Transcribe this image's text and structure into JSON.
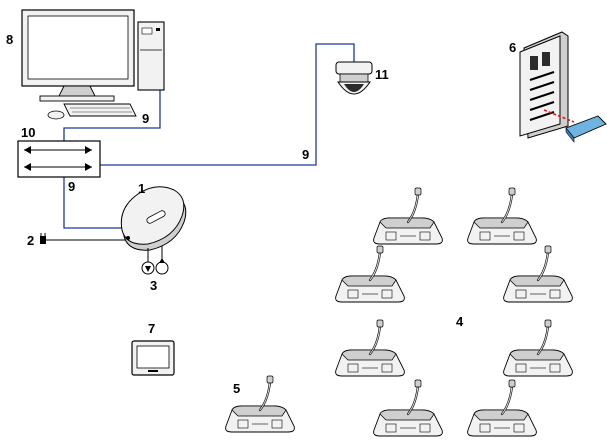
{
  "colors": {
    "link": "#1f3a9a",
    "outline": "#000000",
    "device_fill": "#f2f2f2",
    "device_shade": "#cfcfcf",
    "card_blue": "#6fb3e0",
    "card_red": "#d01f1f",
    "dome_dark": "#2b2b2b"
  },
  "labels": {
    "n1": "1",
    "n2": "2",
    "n3": "3",
    "n4": "4",
    "n5": "5",
    "n6": "6",
    "n7": "7",
    "n8": "8",
    "n9a": "9",
    "n9b": "9",
    "n9c": "9",
    "n10": "10",
    "n11": "11"
  },
  "icons": {
    "workstation": "desktop-pc-icon",
    "switch": "network-switch-icon",
    "processor": "central-control-unit-icon",
    "power": "power-plug-icon",
    "audio_io": "audio-in-out-icon",
    "camera": "dome-camera-icon",
    "encoder": "nfc-card-encoder-icon",
    "tablet": "touch-panel-icon",
    "discussion": "discussion-device-icon",
    "chairman": "chairman-device-icon"
  }
}
